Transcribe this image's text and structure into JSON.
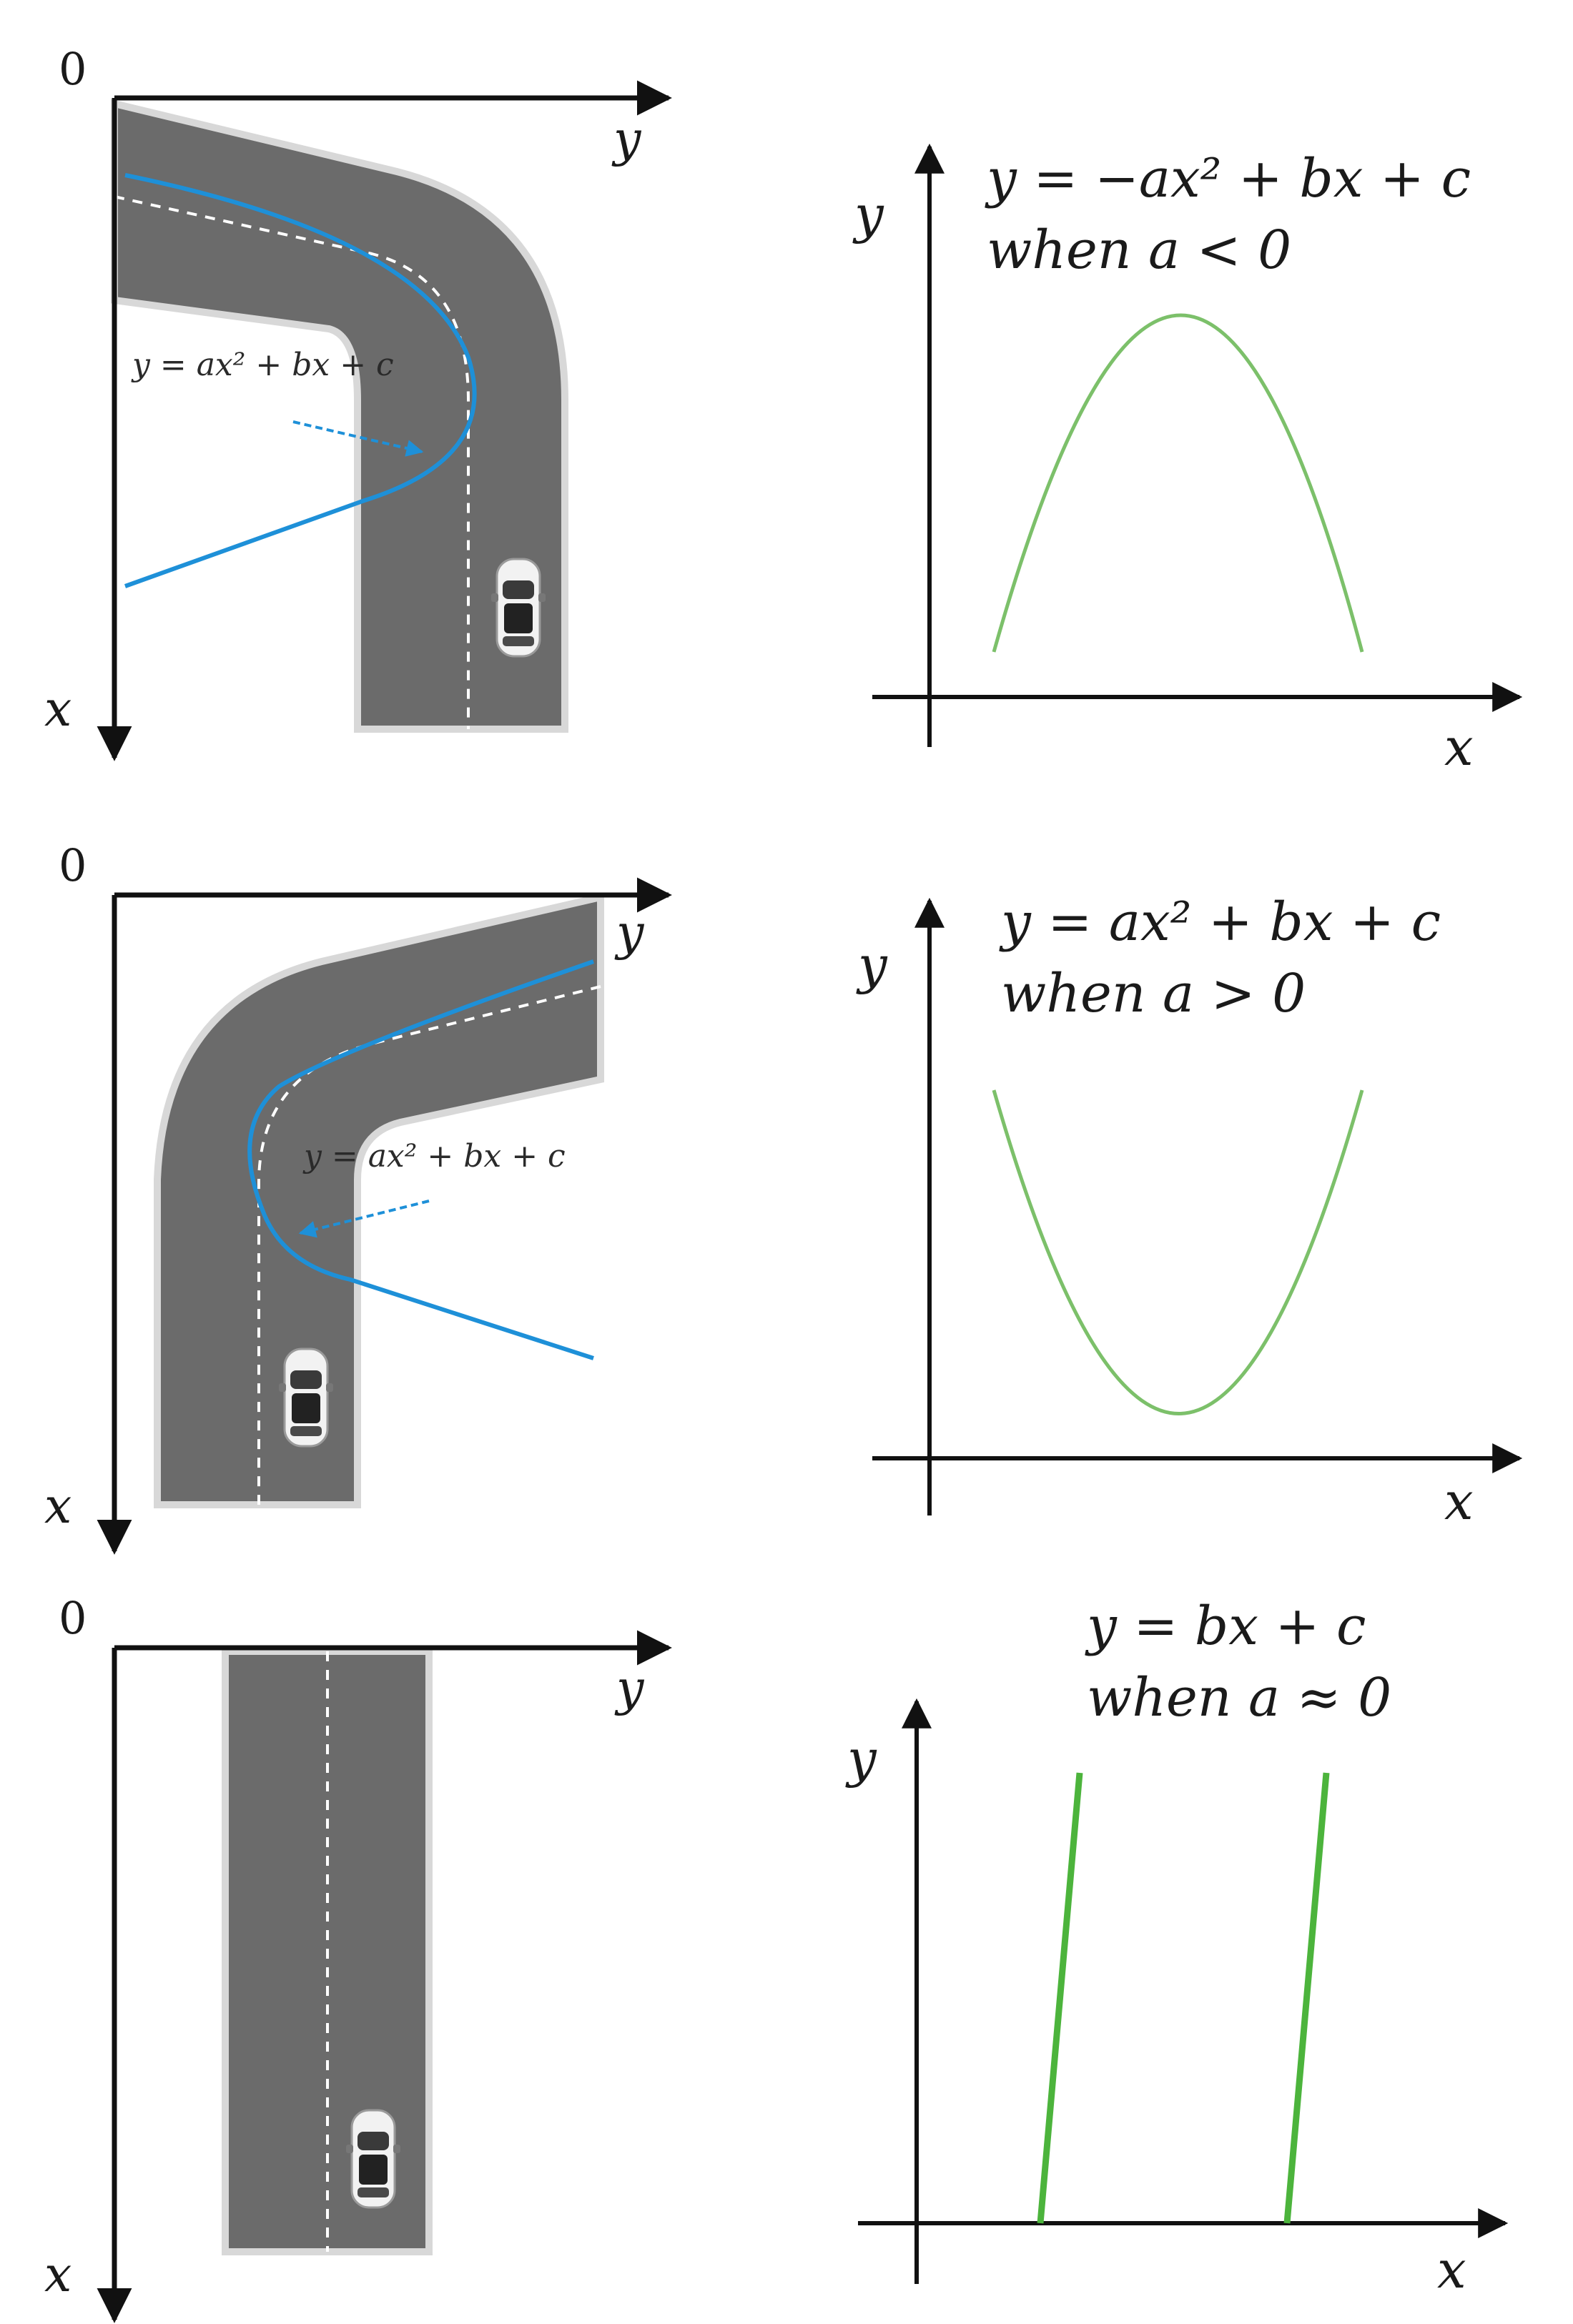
{
  "panels": [
    {
      "road": {
        "origin": "0",
        "x_axis_label": "x",
        "y_axis_label": "y",
        "curve_equation": "y = ax² + bx + c"
      },
      "plot": {
        "x_axis_label": "x",
        "y_axis_label": "y",
        "equation": "y = −ax² + bx + c",
        "condition": "when a < 0"
      }
    },
    {
      "road": {
        "origin": "0",
        "x_axis_label": "x",
        "y_axis_label": "y",
        "curve_equation": "y = ax² + bx + c"
      },
      "plot": {
        "x_axis_label": "x",
        "y_axis_label": "y",
        "equation": "y = ax² + bx + c",
        "condition": "when a > 0"
      }
    },
    {
      "road": {
        "origin": "0",
        "x_axis_label": "x",
        "y_axis_label": "y"
      },
      "plot": {
        "x_axis_label": "x",
        "y_axis_label": "y",
        "equation": "y = bx + c",
        "condition": "when a ≈ 0"
      }
    }
  ],
  "colors": {
    "axis": "#111111",
    "road": "#6b6b6b",
    "road_edge": "#d8d8d8",
    "fit_curve": "#1e90d8",
    "plot_curve": "#7cc06a",
    "plot_line": "#4cb43c"
  },
  "icons": [
    "car-icon"
  ]
}
